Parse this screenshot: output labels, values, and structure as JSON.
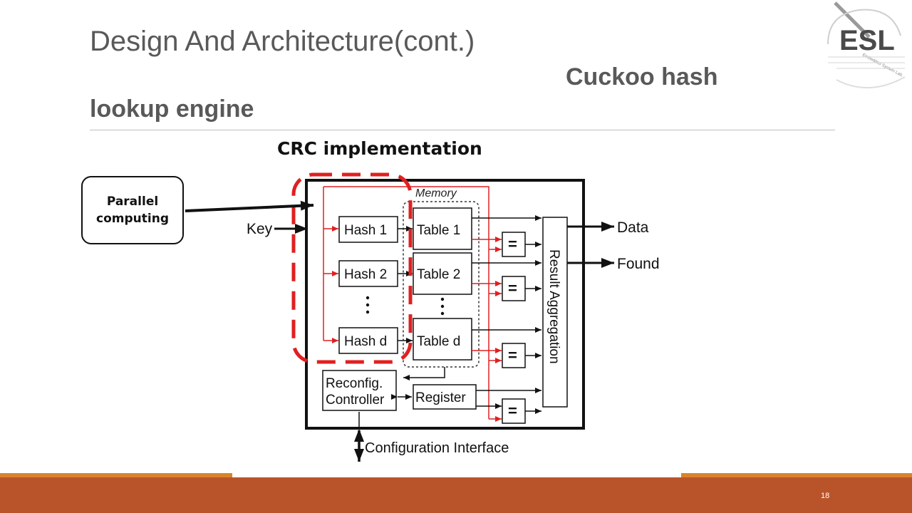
{
  "slide": {
    "title": "Design And Architecture(cont.)",
    "subtitle_part1": "Cuckoo hash",
    "subtitle_part2": "lookup engine",
    "crc_label": "CRC implementation",
    "callout_line1": "Parallel",
    "callout_line2": "computing",
    "page_number": "18"
  },
  "diagram": {
    "memory_label": "Memory",
    "key_label": "Key",
    "hash_labels": [
      "Hash 1",
      "Hash 2",
      "Hash d"
    ],
    "table_labels": [
      "Table 1",
      "Table 2",
      "Table d"
    ],
    "equals_symbol": "=",
    "result_label": "Result Aggregation",
    "outputs": [
      "Data",
      "Found"
    ],
    "controller_line1": "Reconfig.",
    "controller_line2": "Controller",
    "register_label": "Register",
    "config_label": "Configuration Interface"
  },
  "logo": {
    "text": "ESL",
    "subtext": "Embedded System Lab."
  },
  "colors": {
    "title": "#595959",
    "highlight_red": "#e02020",
    "footer_bar": "#b9542a",
    "footer_accent": "#d9842a"
  }
}
